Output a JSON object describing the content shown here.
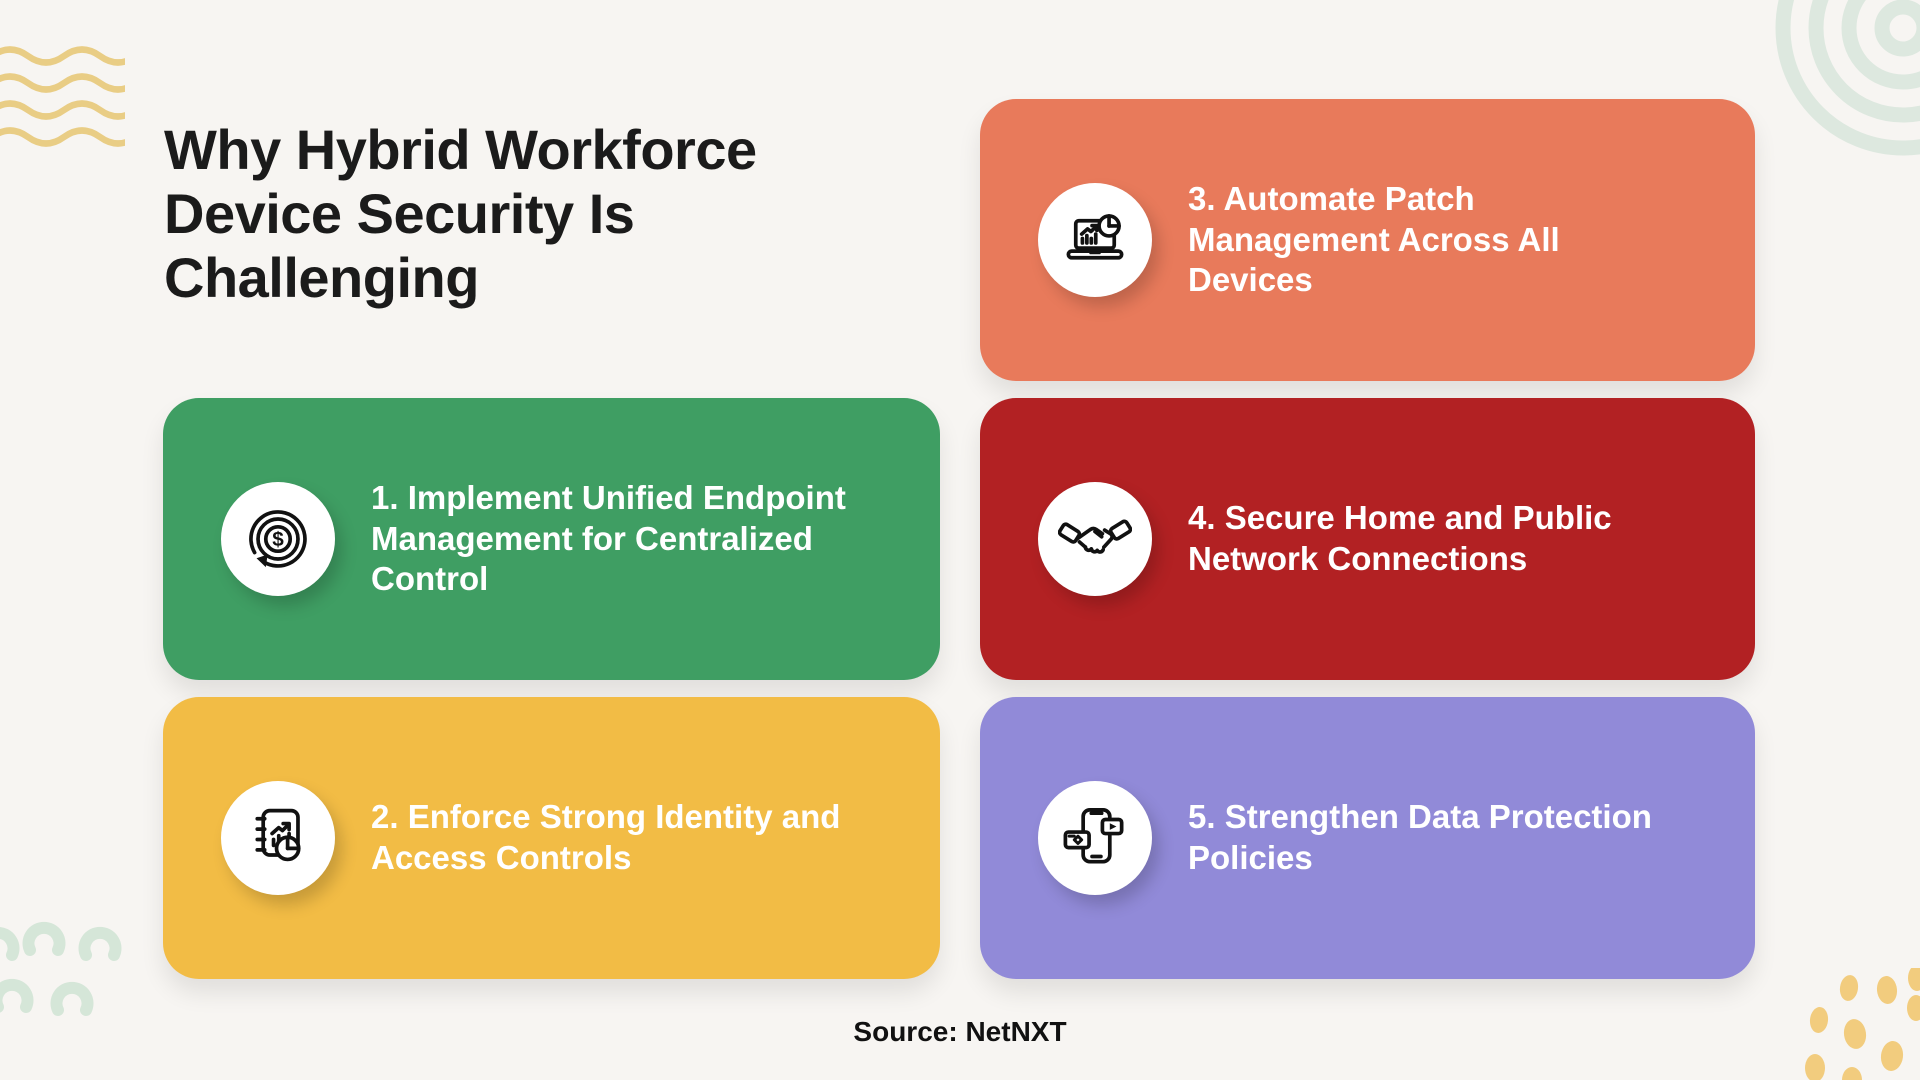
{
  "page": {
    "background": "#f7f5f2"
  },
  "header": {
    "title": "Why Hybrid Workforce Device Security Is Challenging",
    "title_color": "#1b1b1b"
  },
  "cards": [
    {
      "number": "1",
      "title_lines": [
        "1. Implement Unified Endpoint",
        "Management for Centralized",
        "Control"
      ],
      "color": "#3f9e63",
      "icon": "money-cycle-icon",
      "text_color": "#ffffff"
    },
    {
      "number": "2",
      "title_lines": [
        "2. Enforce Strong Identity and",
        "Access Controls"
      ],
      "color": "#f2bc45",
      "icon": "report-analytics-icon",
      "text_color": "#ffffff"
    },
    {
      "number": "3",
      "title_lines": [
        "3. Automate Patch",
        "Management Across All",
        "Devices"
      ],
      "color": "#e87a5b",
      "icon": "laptop-analytics-icon",
      "text_color": "#ffffff"
    },
    {
      "number": "4",
      "title_lines": [
        "4. Secure Home and Public",
        "Network Connections"
      ],
      "color": "#b22123",
      "icon": "handshake-icon",
      "text_color": "#ffffff"
    },
    {
      "number": "5",
      "title_lines": [
        "5. Strengthen Data Protection",
        "Policies"
      ],
      "color": "#918ad8",
      "icon": "mobile-payment-icon",
      "text_color": "#ffffff"
    }
  ],
  "footer": {
    "source": "Source: NetNXT"
  },
  "decorations": {
    "waves_color": "#e9cd85",
    "rings_color": "#dde8df",
    "arches_color": "#d5e6d8",
    "dots_color": "#f2cc7e"
  }
}
